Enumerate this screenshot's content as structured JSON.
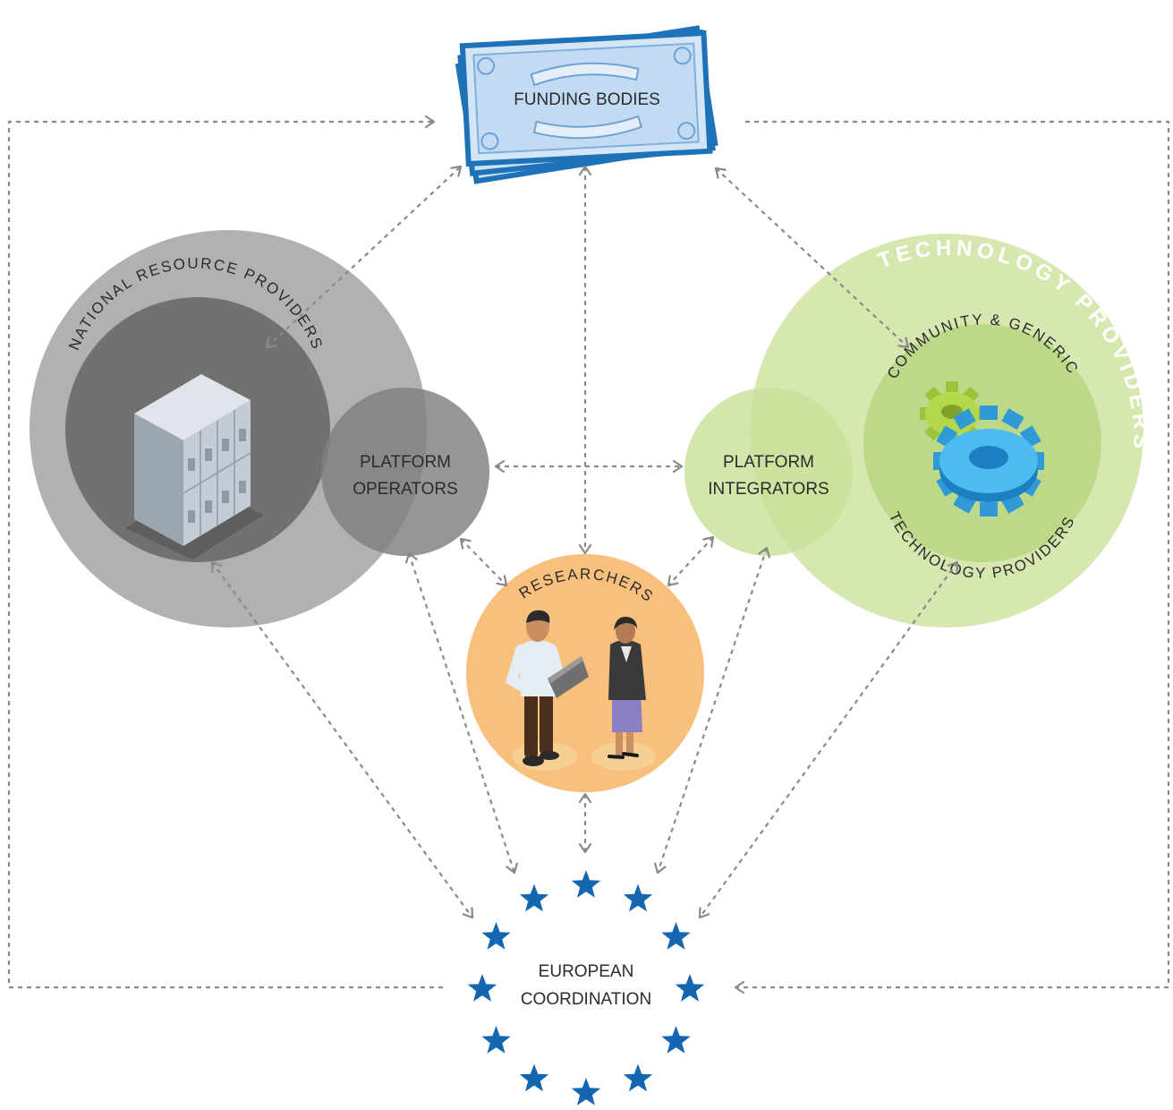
{
  "funding": {
    "label": "FUNDING BODIES"
  },
  "ngis": {
    "title": "NGIs",
    "nrp_label": "NATIONAL RESOURCE PROVIDERS"
  },
  "platform_operators": {
    "line1": "PLATFORM",
    "line2": "OPERATORS"
  },
  "platform_integrators": {
    "line1": "PLATFORM",
    "line2": "INTEGRATORS"
  },
  "technology_providers": {
    "title": "TECHNOLOGY PROVIDERS",
    "community_label": "COMMUNITY & GENERIC",
    "tech_label": "TECHNOLOGY PROVIDERS"
  },
  "researchers": {
    "label": "RESEARCHERS"
  },
  "european": {
    "line1": "EUROPEAN",
    "line2": "COORDINATION"
  },
  "colors": {
    "ngi_outer": "#b1b1b1",
    "ngi_inner": "#717171",
    "platform_operators": "#7f7f7f",
    "tech_outer": "#d6e8b0",
    "tech_inner": "#bcd98a",
    "platform_integrators": "#c9e19a",
    "researchers": "#f9c07d",
    "eu_star": "#1466b0",
    "funding_blue": "#1e72b8",
    "arrow": "#8a8a8a"
  }
}
